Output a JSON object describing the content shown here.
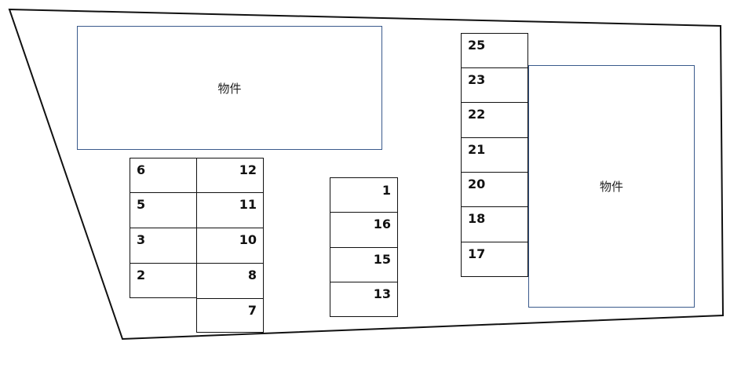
{
  "buildings": [
    {
      "label": "物件"
    },
    {
      "label": "物件"
    }
  ],
  "parking_spaces": {
    "left_column": [
      "6",
      "5",
      "3",
      "2"
    ],
    "center_column": [
      "12",
      "11",
      "10",
      "8",
      "7"
    ],
    "middle_column": [
      "1",
      "16",
      "15",
      "13"
    ],
    "right_column": [
      "25",
      "23",
      "22",
      "21",
      "20",
      "18",
      "17"
    ]
  }
}
